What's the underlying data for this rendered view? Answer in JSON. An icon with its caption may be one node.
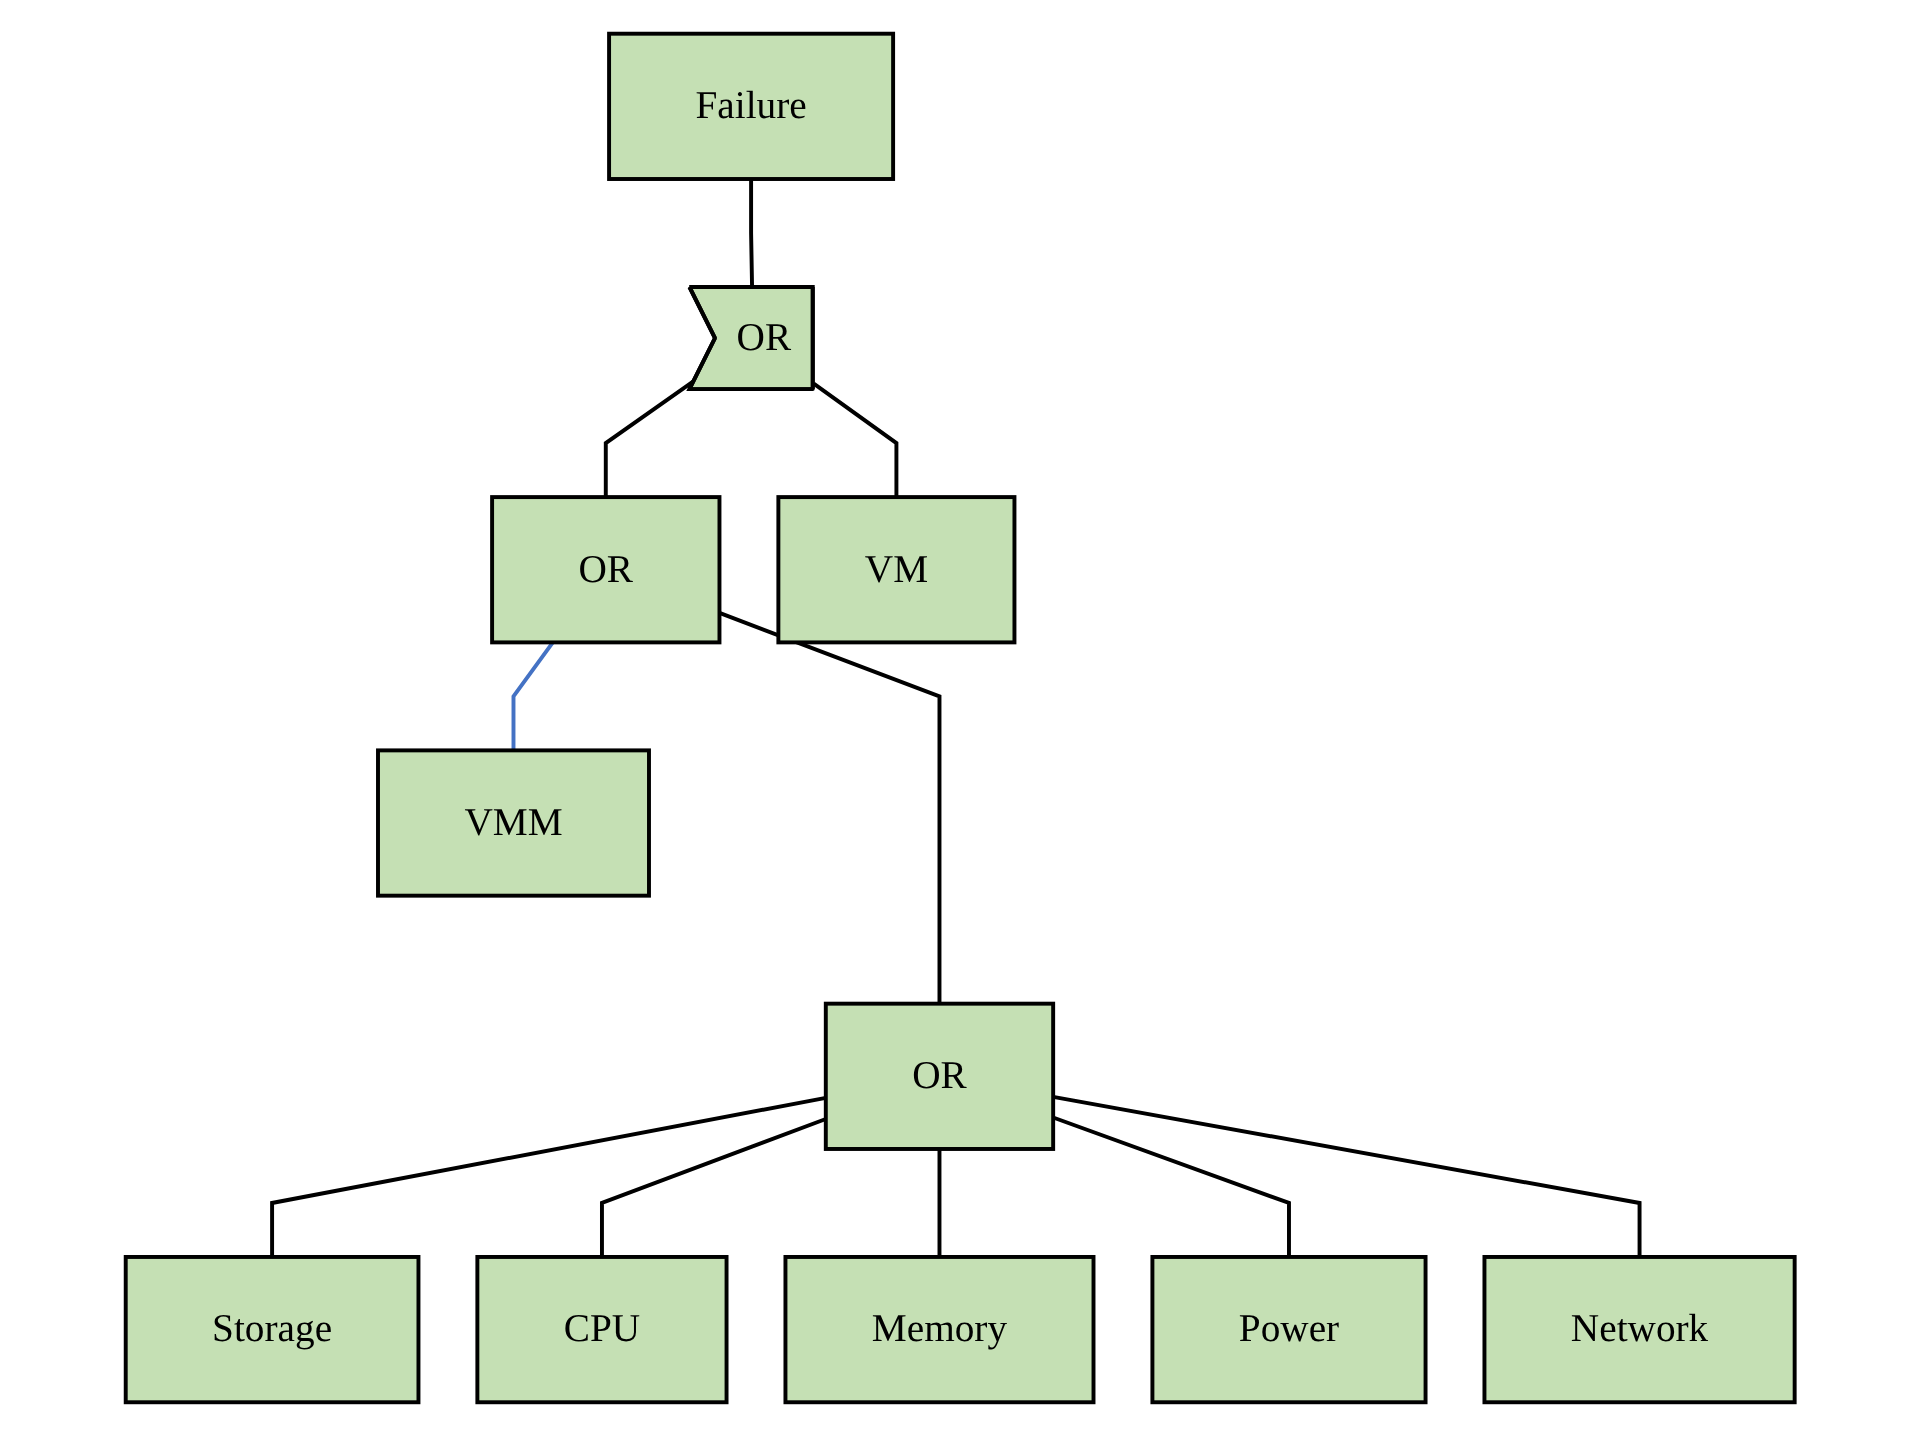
{
  "diagram": {
    "nodes": [
      {
        "text": [
          "Failure"
        ]
      },
      {
        "text": [
          "OR"
        ]
      },
      {
        "text": [
          "OR"
        ]
      },
      {
        "text": [
          "VM"
        ]
      },
      {
        "text": [
          "OR"
        ]
      },
      {
        "text": [
          "VMM"
        ]
      },
      {
        "text": [
          "Storage"
        ]
      },
      {
        "text": [
          "CPU"
        ]
      },
      {
        "text": [
          "Memory"
        ]
      },
      {
        "text": [
          "Power"
        ]
      },
      {
        "text": [
          "Network"
        ]
      }
    ],
    "edges": [
      {
        "from": 0,
        "to": 1,
        "arrow": "none"
      },
      {
        "from": 1,
        "to": 2,
        "arrow": "none"
      },
      {
        "from": 1,
        "to": 3,
        "arrow": "none"
      },
      {
        "from": 2,
        "to": 4,
        "arrow": "none"
      },
      {
        "from": 2,
        "to": 5,
        "arrow": "none",
        "color": "#4472c4"
      },
      {
        "from": 4,
        "to": 6,
        "arrow": "none"
      },
      {
        "from": 4,
        "to": 7,
        "arrow": "none"
      },
      {
        "from": 4,
        "to": 8,
        "arrow": "none"
      },
      {
        "from": 4,
        "to": 9,
        "arrow": "none"
      },
      {
        "from": 4,
        "to": 10,
        "arrow": "none"
      }
    ]
  }
}
